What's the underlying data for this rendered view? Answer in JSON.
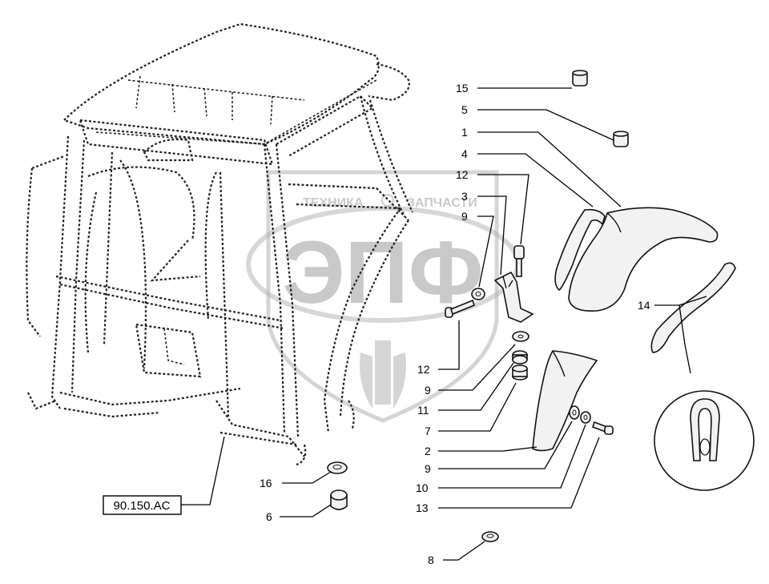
{
  "watermark": {
    "top_text": "ТЕХНИКА",
    "top_text_right": "ЗАПЧАСТИ",
    "big_text": "ЭПФ"
  },
  "reference_box": "90.150.AC",
  "callouts": {
    "c15": "15",
    "c5": "5",
    "c1": "1",
    "c4": "4",
    "c12a": "12",
    "c3": "3",
    "c9a": "9",
    "c14": "14",
    "c12b": "12",
    "c9b": "9",
    "c11": "11",
    "c7": "7",
    "c2": "2",
    "c9c": "9",
    "c10": "10",
    "c13": "13",
    "c16": "16",
    "c6": "6",
    "c8": "8"
  },
  "colors": {
    "line": "#000000",
    "part_fill": "#f2f2f2",
    "watermark": "#8a8a8a"
  }
}
